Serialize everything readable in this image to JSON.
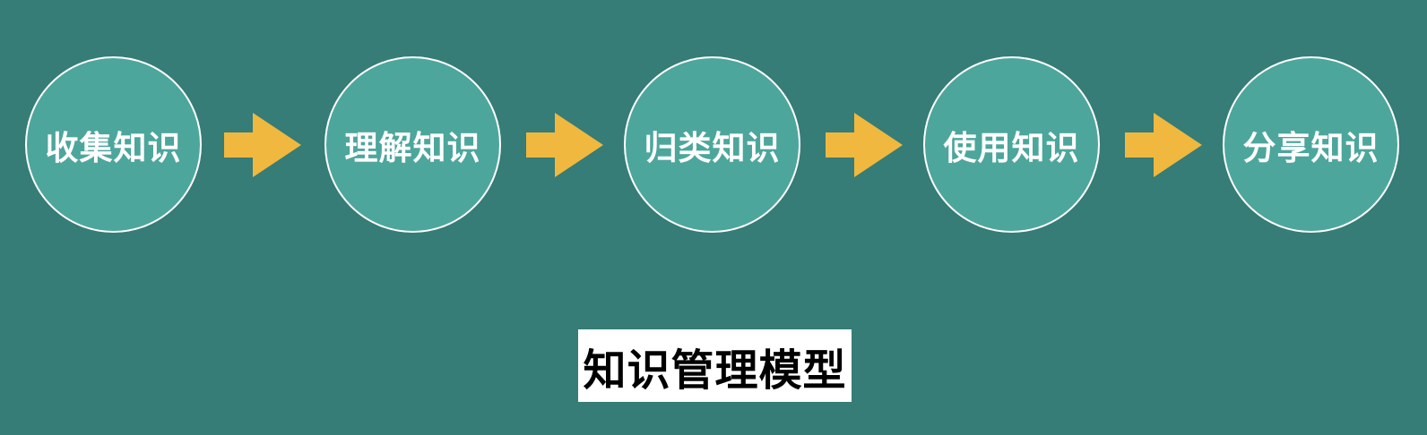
{
  "diagram": {
    "steps": [
      {
        "label": "收集知识"
      },
      {
        "label": "理解知识"
      },
      {
        "label": "归类知识"
      },
      {
        "label": "使用知识"
      },
      {
        "label": "分享知识"
      }
    ],
    "title": "知识管理模型",
    "colors": {
      "background": "#367c77",
      "circle_fill": "#4da69c",
      "circle_border": "#ffffff",
      "arrow": "#f0b83e",
      "title_box": "#ffffff",
      "title_text": "#000000"
    }
  }
}
